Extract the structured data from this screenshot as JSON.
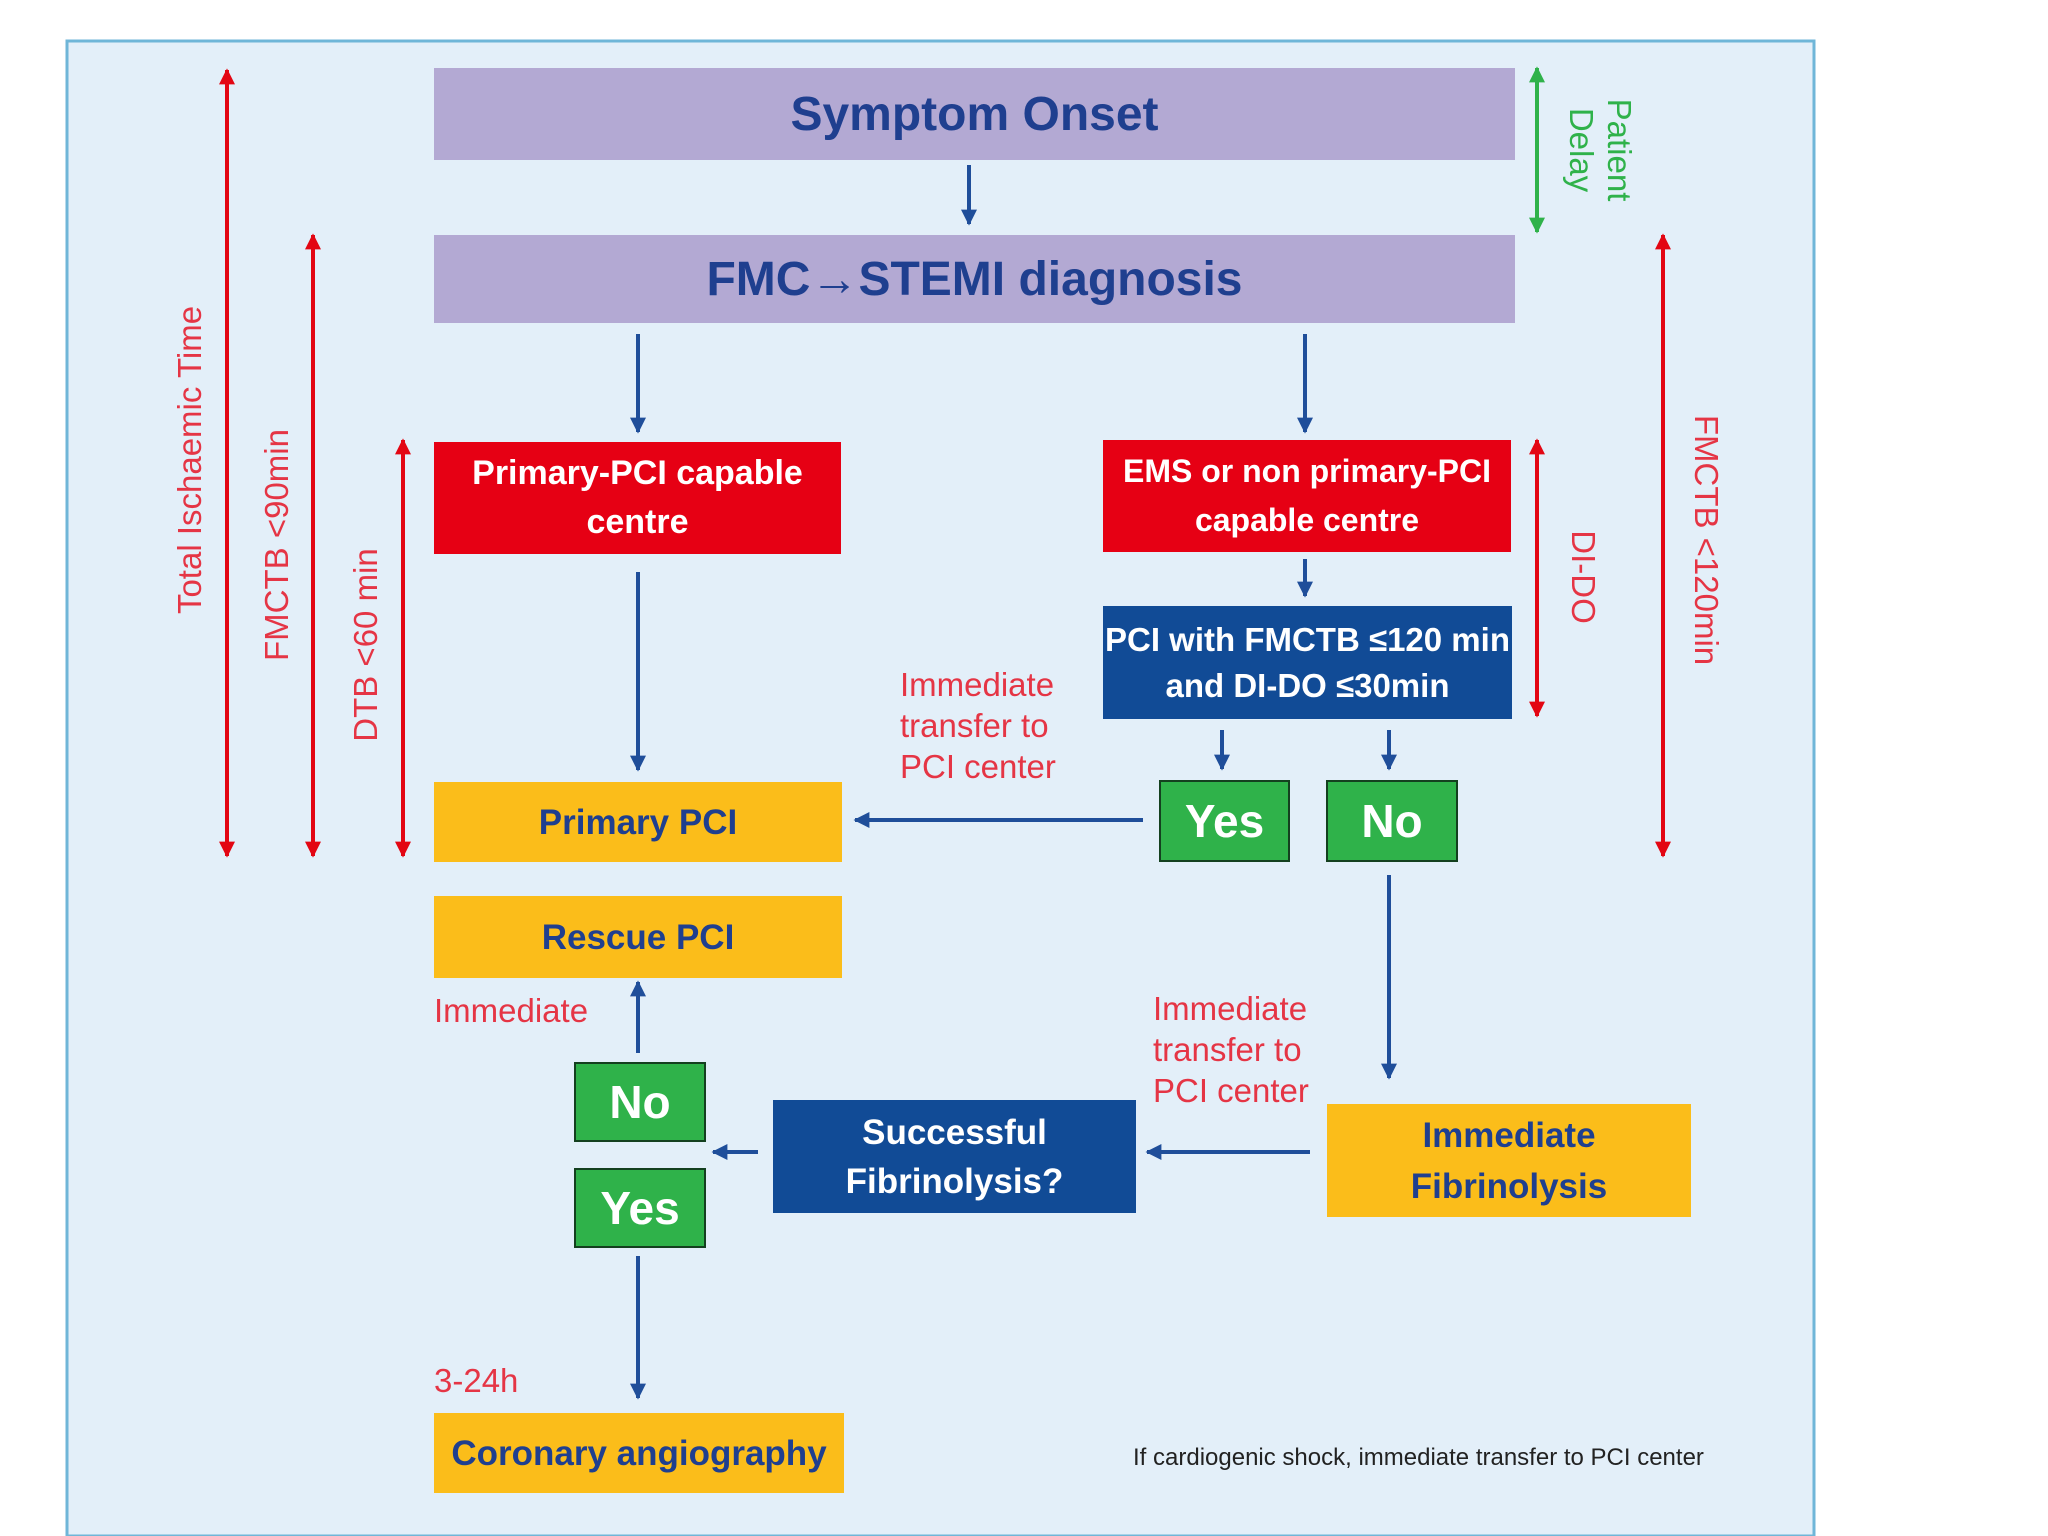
{
  "nodes": {
    "symptom_onset": "Symptom Onset",
    "fmc_diagnosis": "FMC→STEMI diagnosis",
    "primary_capable_line1": "Primary-PCI capable",
    "primary_capable_line2": "centre",
    "ems_line1": "EMS or non primary-PCI",
    "ems_line2": "capable centre",
    "pci_check_line1": "PCI with FMCTB ≤120 min",
    "pci_check_line2": "and DI-DO ≤30min",
    "yes_top": "Yes",
    "no_top": "No",
    "primary_pci": "Primary PCI",
    "rescue_pci": "Rescue PCI",
    "no_bottom": "No",
    "yes_bottom": "Yes",
    "successful_line1": "Successful",
    "successful_line2": "Fibrinolysis?",
    "immediate_fib_line1": "Immediate",
    "immediate_fib_line2": "Fibrinolysis",
    "coronary": "Coronary angiography"
  },
  "time_labels": {
    "total_ischaemic": "Total Ischaemic Time",
    "fmctb_90": "FMCTB <90min",
    "dtb_60": "DTB <60 min",
    "patient_delay_line1": "Patient",
    "patient_delay_line2": "Delay",
    "di_do": "DI-DO",
    "fmctb_120": "FMCTB <120min"
  },
  "annotations": {
    "transfer_top_line1": "Immediate",
    "transfer_top_line2": "transfer to",
    "transfer_top_line3": "PCI center",
    "immediate": "Immediate",
    "transfer_bottom_line1": "Immediate",
    "transfer_bottom_line2": "transfer to",
    "transfer_bottom_line3": "PCI center",
    "hours": "3-24h",
    "footnote": "If cardiogenic shock, immediate transfer to PCI center"
  },
  "colors": {
    "panel_bg": "#e3eff9",
    "panel_border": "#6fb6d8",
    "purple": "#b3a9d3",
    "red": "#e60014",
    "blue": "#114b96",
    "yellow": "#fbbd1a",
    "green": "#2fb24a",
    "flow_arrow": "#1f4e9a",
    "time_arrow": "#e30613",
    "patient_arrow": "#2fb24a"
  }
}
